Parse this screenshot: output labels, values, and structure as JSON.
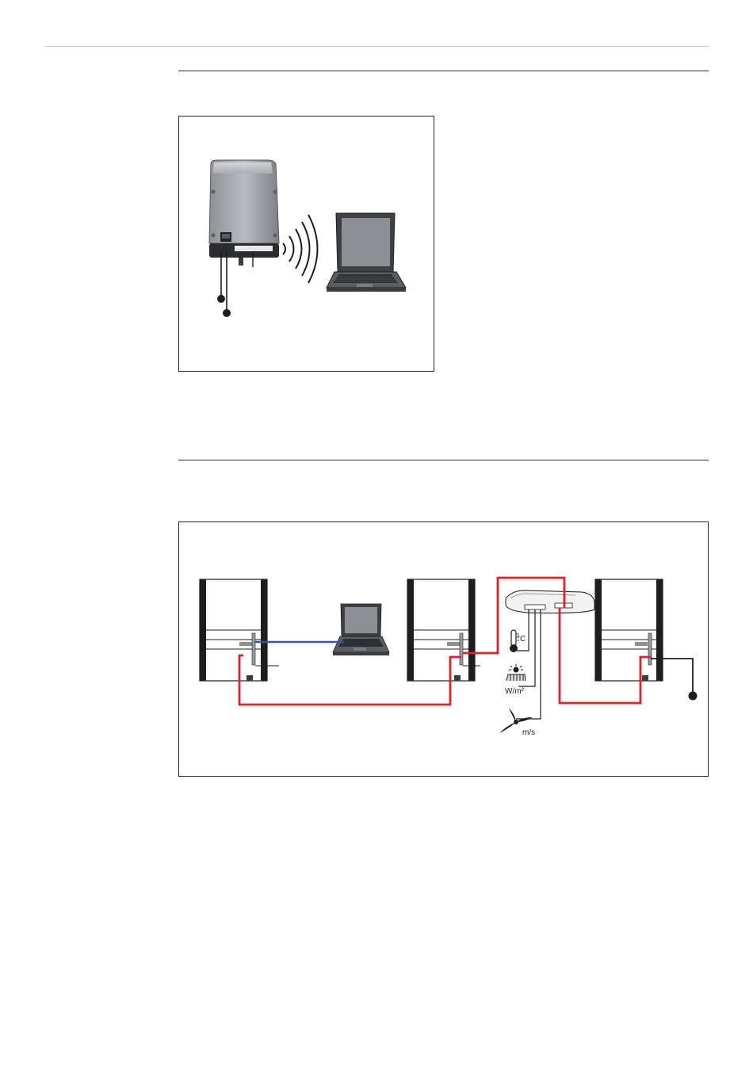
{
  "figure2": {
    "labels": {
      "temperature": "°C",
      "irradiance": "W/m²",
      "wind_speed": "m/s"
    },
    "colors": {
      "solar_net": "#e0202a",
      "lan": "#3a52a6"
    }
  }
}
